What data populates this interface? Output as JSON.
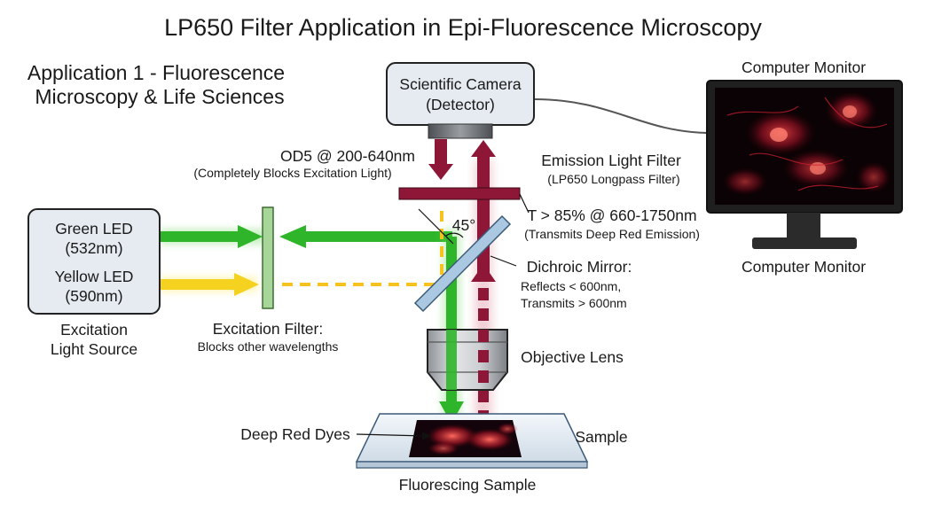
{
  "title": "LP650 Filter Application in Epi-Fluorescence Microscopy",
  "subtitle": {
    "line1": "Application 1 - Fluorescence",
    "line2": "Microscopy & Life Sciences"
  },
  "camera": {
    "line1": "Scientific Camera",
    "line2": "(Detector)"
  },
  "monitor": {
    "top_label": "Computer Monitor",
    "bottom_label": "Computer Monitor"
  },
  "light_source": {
    "green_led": {
      "line1": "Green LED",
      "line2": "(532nm)"
    },
    "yellow_led": {
      "line1": "Yellow LED",
      "line2": "(590nm)"
    },
    "label_line1": "Excitation",
    "label_line2": "Light Source"
  },
  "excitation_filter": {
    "line1": "Excitation Filter:",
    "line2": "Blocks other wavelengths"
  },
  "emission_filter": {
    "line1": "Emission Light Filter",
    "line2": "(LP650 Longpass Filter)"
  },
  "od5": {
    "line1": "OD5 @ 200-640nm",
    "line2": "(Completely Blocks Excitation Light)"
  },
  "transmission": {
    "line1": "T > 85% @ 660-1750nm",
    "line2": "(Transmits Deep Red Emission)"
  },
  "angle": "45°",
  "dichroic": {
    "line1": "Dichroic Mirror:",
    "line2": "Reflects < 600nm,",
    "line3": "Transmits > 600nm"
  },
  "objective": "Objective Lens",
  "sample": {
    "dyes_label": "Deep Red Dyes",
    "label": "Sample",
    "caption": "Fluorescing Sample"
  },
  "colors": {
    "green": "#2fb52a",
    "yellow": "#f5d21f",
    "red": "#8e1636",
    "box_fill": "#e6ebf1",
    "filter_green": "#a8d59a",
    "dichroic": "#aac8e2"
  }
}
